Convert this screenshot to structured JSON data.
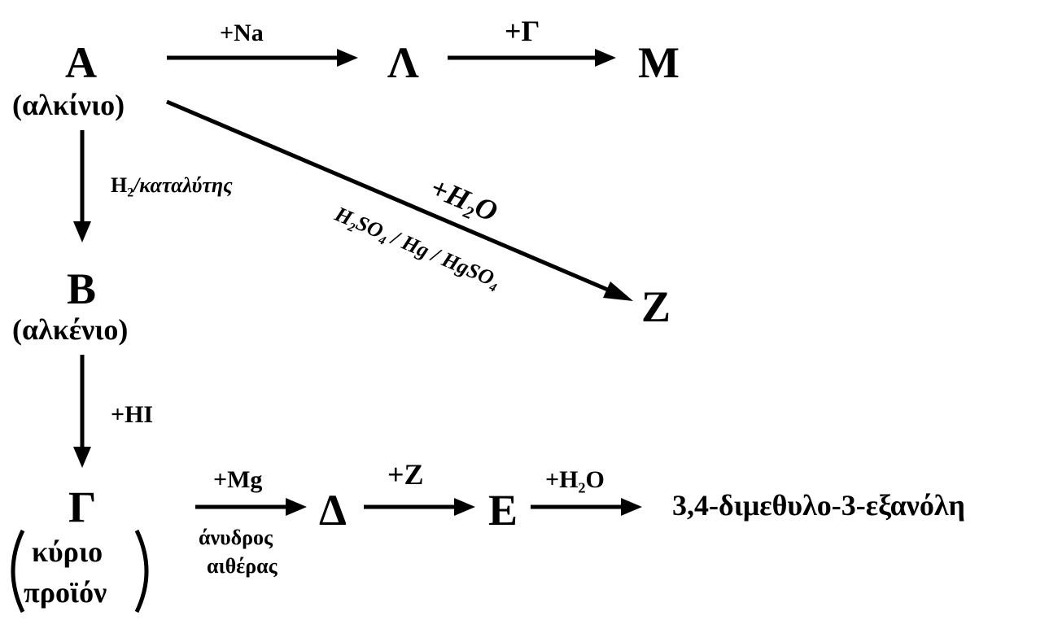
{
  "nodes": {
    "A": "Α",
    "A_note": "(αλκίνιο)",
    "L": "Λ",
    "M": "Μ",
    "B": "Β",
    "B_note": "(αλκένιο)",
    "Z": "Ζ",
    "G": "Γ",
    "G_note_line1": "κύριο",
    "G_note_line2": "προϊόν",
    "D": "Δ",
    "E": "Ε",
    "product": "3,4-διμεθυλο-3-εξανόλη"
  },
  "reagents": {
    "a_to_l": "+Na",
    "l_to_m": "+Γ",
    "a_to_b_h": "H",
    "a_to_b_sub": "2",
    "a_to_b_rest": "/καταλύτης",
    "b_to_g": "+HI",
    "a_to_z_top_pre": "+H",
    "a_to_z_top_sub": "2",
    "a_to_z_top_post": "O",
    "a_to_z_cond_1": "H",
    "a_to_z_cond_1_sub": "2",
    "a_to_z_cond_2": "SO",
    "a_to_z_cond_2_sub": "4",
    "a_to_z_cond_3": " / Hg / HgSO",
    "a_to_z_cond_3_sub": "4",
    "g_to_d_top": "+Mg",
    "g_to_d_bottom_1": "άνυδρος",
    "g_to_d_bottom_2": "αιθέρας",
    "d_to_e": "+Z",
    "e_to_p_pre": "+H",
    "e_to_p_sub": "2",
    "e_to_p_post": "O"
  }
}
